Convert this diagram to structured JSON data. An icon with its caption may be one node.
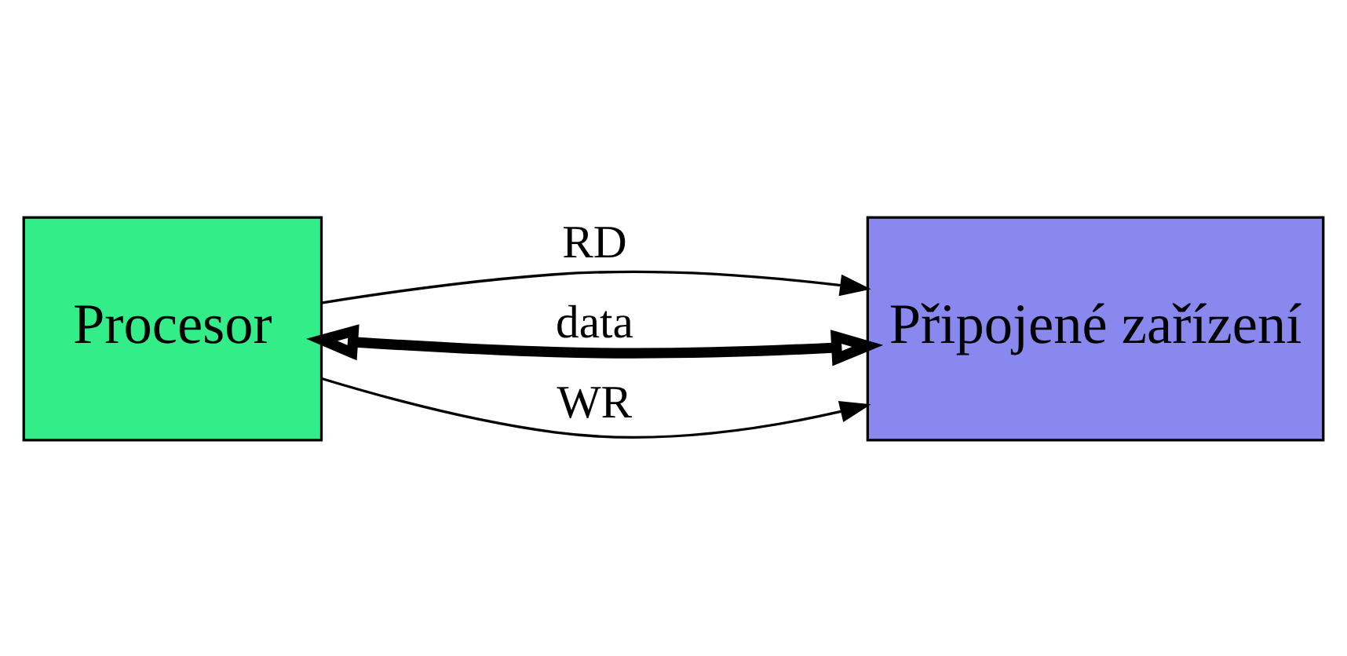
{
  "diagram": {
    "nodes": [
      {
        "text": [
          "Procesor"
        ]
      },
      {
        "text": [
          "Připojené zařízení"
        ]
      }
    ],
    "edges": [
      {
        "from": 0,
        "to": 1,
        "arrow": "to",
        "label": "RD"
      },
      {
        "from": 0,
        "to": 1,
        "arrow": "both",
        "label": "data",
        "style": "thick"
      },
      {
        "from": 0,
        "to": 1,
        "arrow": "to",
        "label": "WR"
      }
    ]
  }
}
